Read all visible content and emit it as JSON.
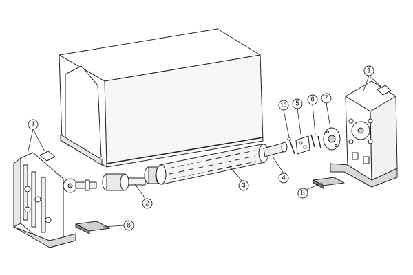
{
  "diagram": {
    "colors": {
      "line": "#222222",
      "fill": "#ffffff",
      "shade": "#cfcfcf",
      "dark": "#555555"
    },
    "callouts": {
      "c1_left": "1",
      "c1_right": "1",
      "c2": "2",
      "c3": "3",
      "c4": "4",
      "c5": "5",
      "c6": "6",
      "c7": "7",
      "c8_left": "8",
      "c8_right": "8",
      "c10": "10"
    }
  }
}
